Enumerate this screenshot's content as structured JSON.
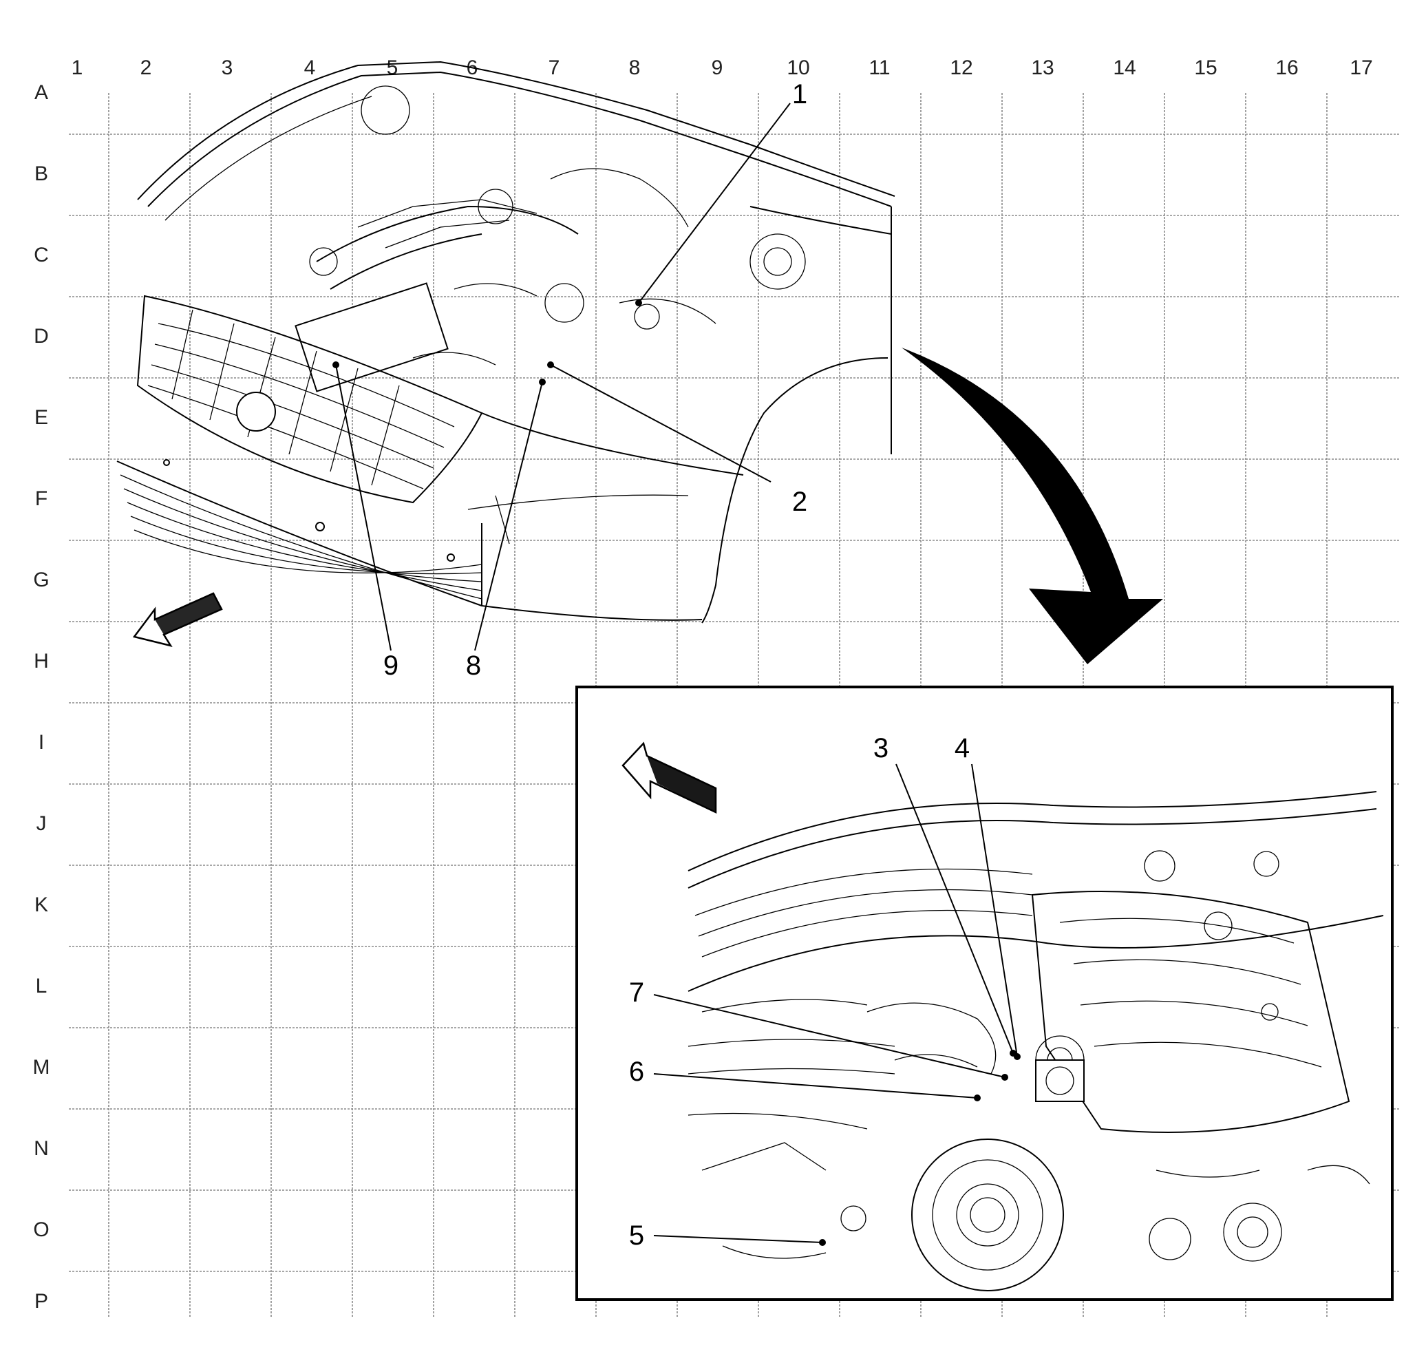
{
  "grid": {
    "columns": [
      "1",
      "2",
      "3",
      "4",
      "5",
      "6",
      "7",
      "8",
      "9",
      "10",
      "11",
      "12",
      "13",
      "14",
      "15",
      "16",
      "17"
    ],
    "rows": [
      "A",
      "B",
      "C",
      "D",
      "E",
      "F",
      "G",
      "H",
      "I",
      "J",
      "K",
      "L",
      "M",
      "N",
      "O",
      "P"
    ]
  },
  "callouts": [
    "1",
    "2",
    "3",
    "4",
    "5",
    "6",
    "7",
    "8",
    "9"
  ],
  "icons": {
    "forward_arrow_main": "front-direction-arrow-icon",
    "forward_arrow_detail": "front-direction-arrow-icon",
    "zoom_arrow": "zoom-detail-arrow-icon"
  }
}
